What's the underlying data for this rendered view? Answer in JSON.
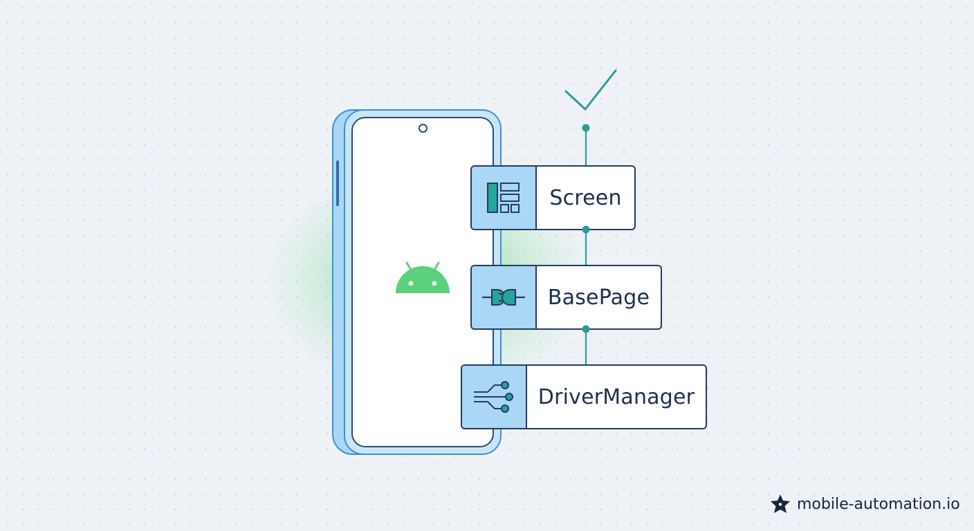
{
  "diagram": {
    "layers": [
      {
        "label": "Screen",
        "icon": "layout-grid-icon"
      },
      {
        "label": "BasePage",
        "icon": "plug-connector-icon"
      },
      {
        "label": "DriverManager",
        "icon": "circuit-branch-icon"
      }
    ],
    "platform_icon": "android-icon",
    "status_icon": "checkmark-icon"
  },
  "brand": {
    "text": "mobile-automation.io",
    "icon": "star-badge-icon"
  },
  "colors": {
    "background": "#eef2f6",
    "phone_fill": "#c8e6fa",
    "phone_stroke": "#3f8fd0",
    "card_border": "#243b5e",
    "icon_cell": "#a9d7f5",
    "connector": "#2a9d9a",
    "android_green": "#5cd17c"
  }
}
